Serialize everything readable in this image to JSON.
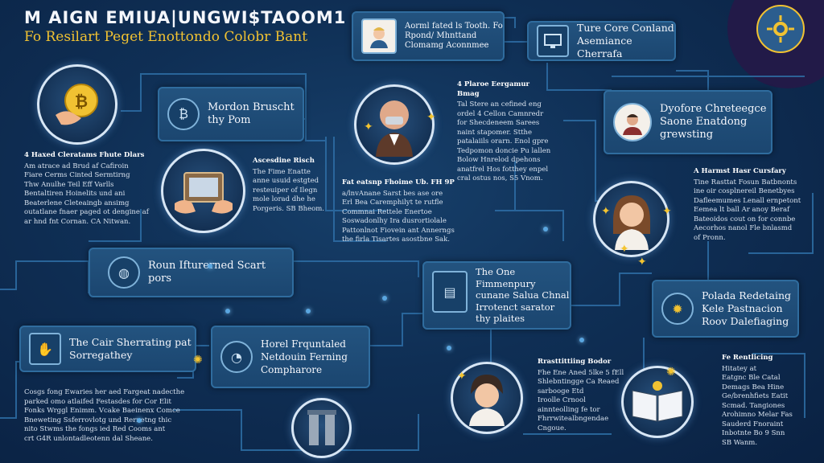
{
  "header": {
    "title": "M AIGN EMIUA|UNGWI$TAOOM1",
    "subtitle": "Fo Resilart Peget Enottondo Colobr Bant"
  },
  "cards": {
    "top_center": "Aorml fated ls Tooth. Fo Rpond/ Mhnttand Clomamg Aconnmee",
    "top_right": "Ture Core Conland Asemiance Cherrafa",
    "left_mid": "Mordon Bruscht thy Pom",
    "right_mid": "Dyofore Chreteegce Saone Enatdong grewsting",
    "left_lower": "Roun Ifturerned Scart pors",
    "center_lower": "The One Fimmenpury cunane Salua Chnal Irrotenct sarator thy plaites",
    "right_lower": "Polada Redetaing Kele Pastnacion Roov Dalefiaging",
    "bottom_left": "The Cair Sherrating pat Sorregathey",
    "bottom_center": "Horel Frquntaled Netdouin Ferning Compharore"
  },
  "notes": {
    "n1": {
      "heading": "4 Haxed Cleratams Fhute Dlars",
      "lines": [
        "Am atrace ad Brud af Cafiroin",
        "Fiare Cerms Cinted Sermtirng",
        "Thw Anulhe Teil Eff Varlls",
        "Bentaltiren Hoinelits und ani",
        "Beaterlene Cleteaingb ansimg",
        "outatlane fnaer paged ot dengine af",
        "ar hnd fnt Cornan. CA Nitwan."
      ]
    },
    "n2": {
      "heading": "Ascesdine Risch",
      "lines": [
        "The Fime Enatte",
        "anne usuid estgted",
        "resteuiper of Ilegn",
        "mole lorad dhe he",
        "Porgeris. SB Bheom."
      ]
    },
    "n3": {
      "heading": "4 Plaroe Eergamur Bmag",
      "lines": [
        "Tal Stere an cefined eng",
        "ordel 4 Cellon Camnredr",
        "for Shecdeneem Sarees",
        "naint stapomer. Stthe",
        "patalaiils orarn. Enol gpre",
        "Tedpomon doncie Pu lallen",
        "Bolow Hnrelod dpehons",
        "anatfrel Hos fotthey enpel",
        "cral ostus nos, S5 Vnom."
      ]
    },
    "n4": {
      "heading": "Fat eatsnp Fhoime Ub. FH 9P",
      "lines": [
        "a/lnvAnane Sarst bes ase ore",
        "Erl Bea Caremphilyt te rutfle",
        "Commnai Rettele Enertoe",
        "Soswadonlhy Ira dusrortiolale",
        "Pattonlnot Fiovein ant Annerngs",
        "the firla Tisartes asostbne Sak."
      ]
    },
    "n5": {
      "heading": "A Harmst Hasr Cursfary",
      "lines": [
        "Tine Rasttat Fosun Batbnonts",
        "ine oir cosplnereil Benetbyes",
        "Dafleemumes Lenall ernpetont",
        "Eemea lt ball Ar anoy Beraf",
        "Bateoidos cout on for connbe",
        "Aecorhos nanol Fle bnlasmd",
        "of Pronn."
      ]
    },
    "n6": {
      "heading": "",
      "lines": [
        "Cosgs fong Ewaries her aed Fargeat nadecthe",
        "parked omo atlaifed Festasdes for Cor Elit",
        "Fonks Wrggl Enimm. Vcake Baeinenx Comce",
        "Bneweting Ssferrovlotg und Rernetng thic",
        "nito Stwms the fongs ied Red Cooms ant",
        "crt G4R unlontadleotenn dal Sheane."
      ]
    },
    "n7": {
      "heading": "Rrasttittiing Bodor",
      "lines": [
        "Fhe Ene Aned 5lke 5 fEll",
        "Shlebntingge Ca Reaed",
        "sarbooge Etd",
        "Iroolle Crnool",
        "ainnteolling fe tor",
        "Fhrrwitealbngendae",
        "Cngoue."
      ]
    },
    "n8": {
      "heading": "Fe Rentlicing",
      "lines": [
        "Hitatey at",
        "Eatgnc Ble Catal",
        "Demags Bea Hine",
        "Ge/brenhfiets Eatit",
        "Scmad. Tangiones",
        "Arohimno Melar Fas",
        "Sauderd Fnoraint",
        "Inbotnte Bo 9 Snn",
        "SB Wanm."
      ]
    }
  },
  "icons": {
    "coin": "bitcoin-coin-icon",
    "badge": "sun-gear-badge-icon"
  }
}
